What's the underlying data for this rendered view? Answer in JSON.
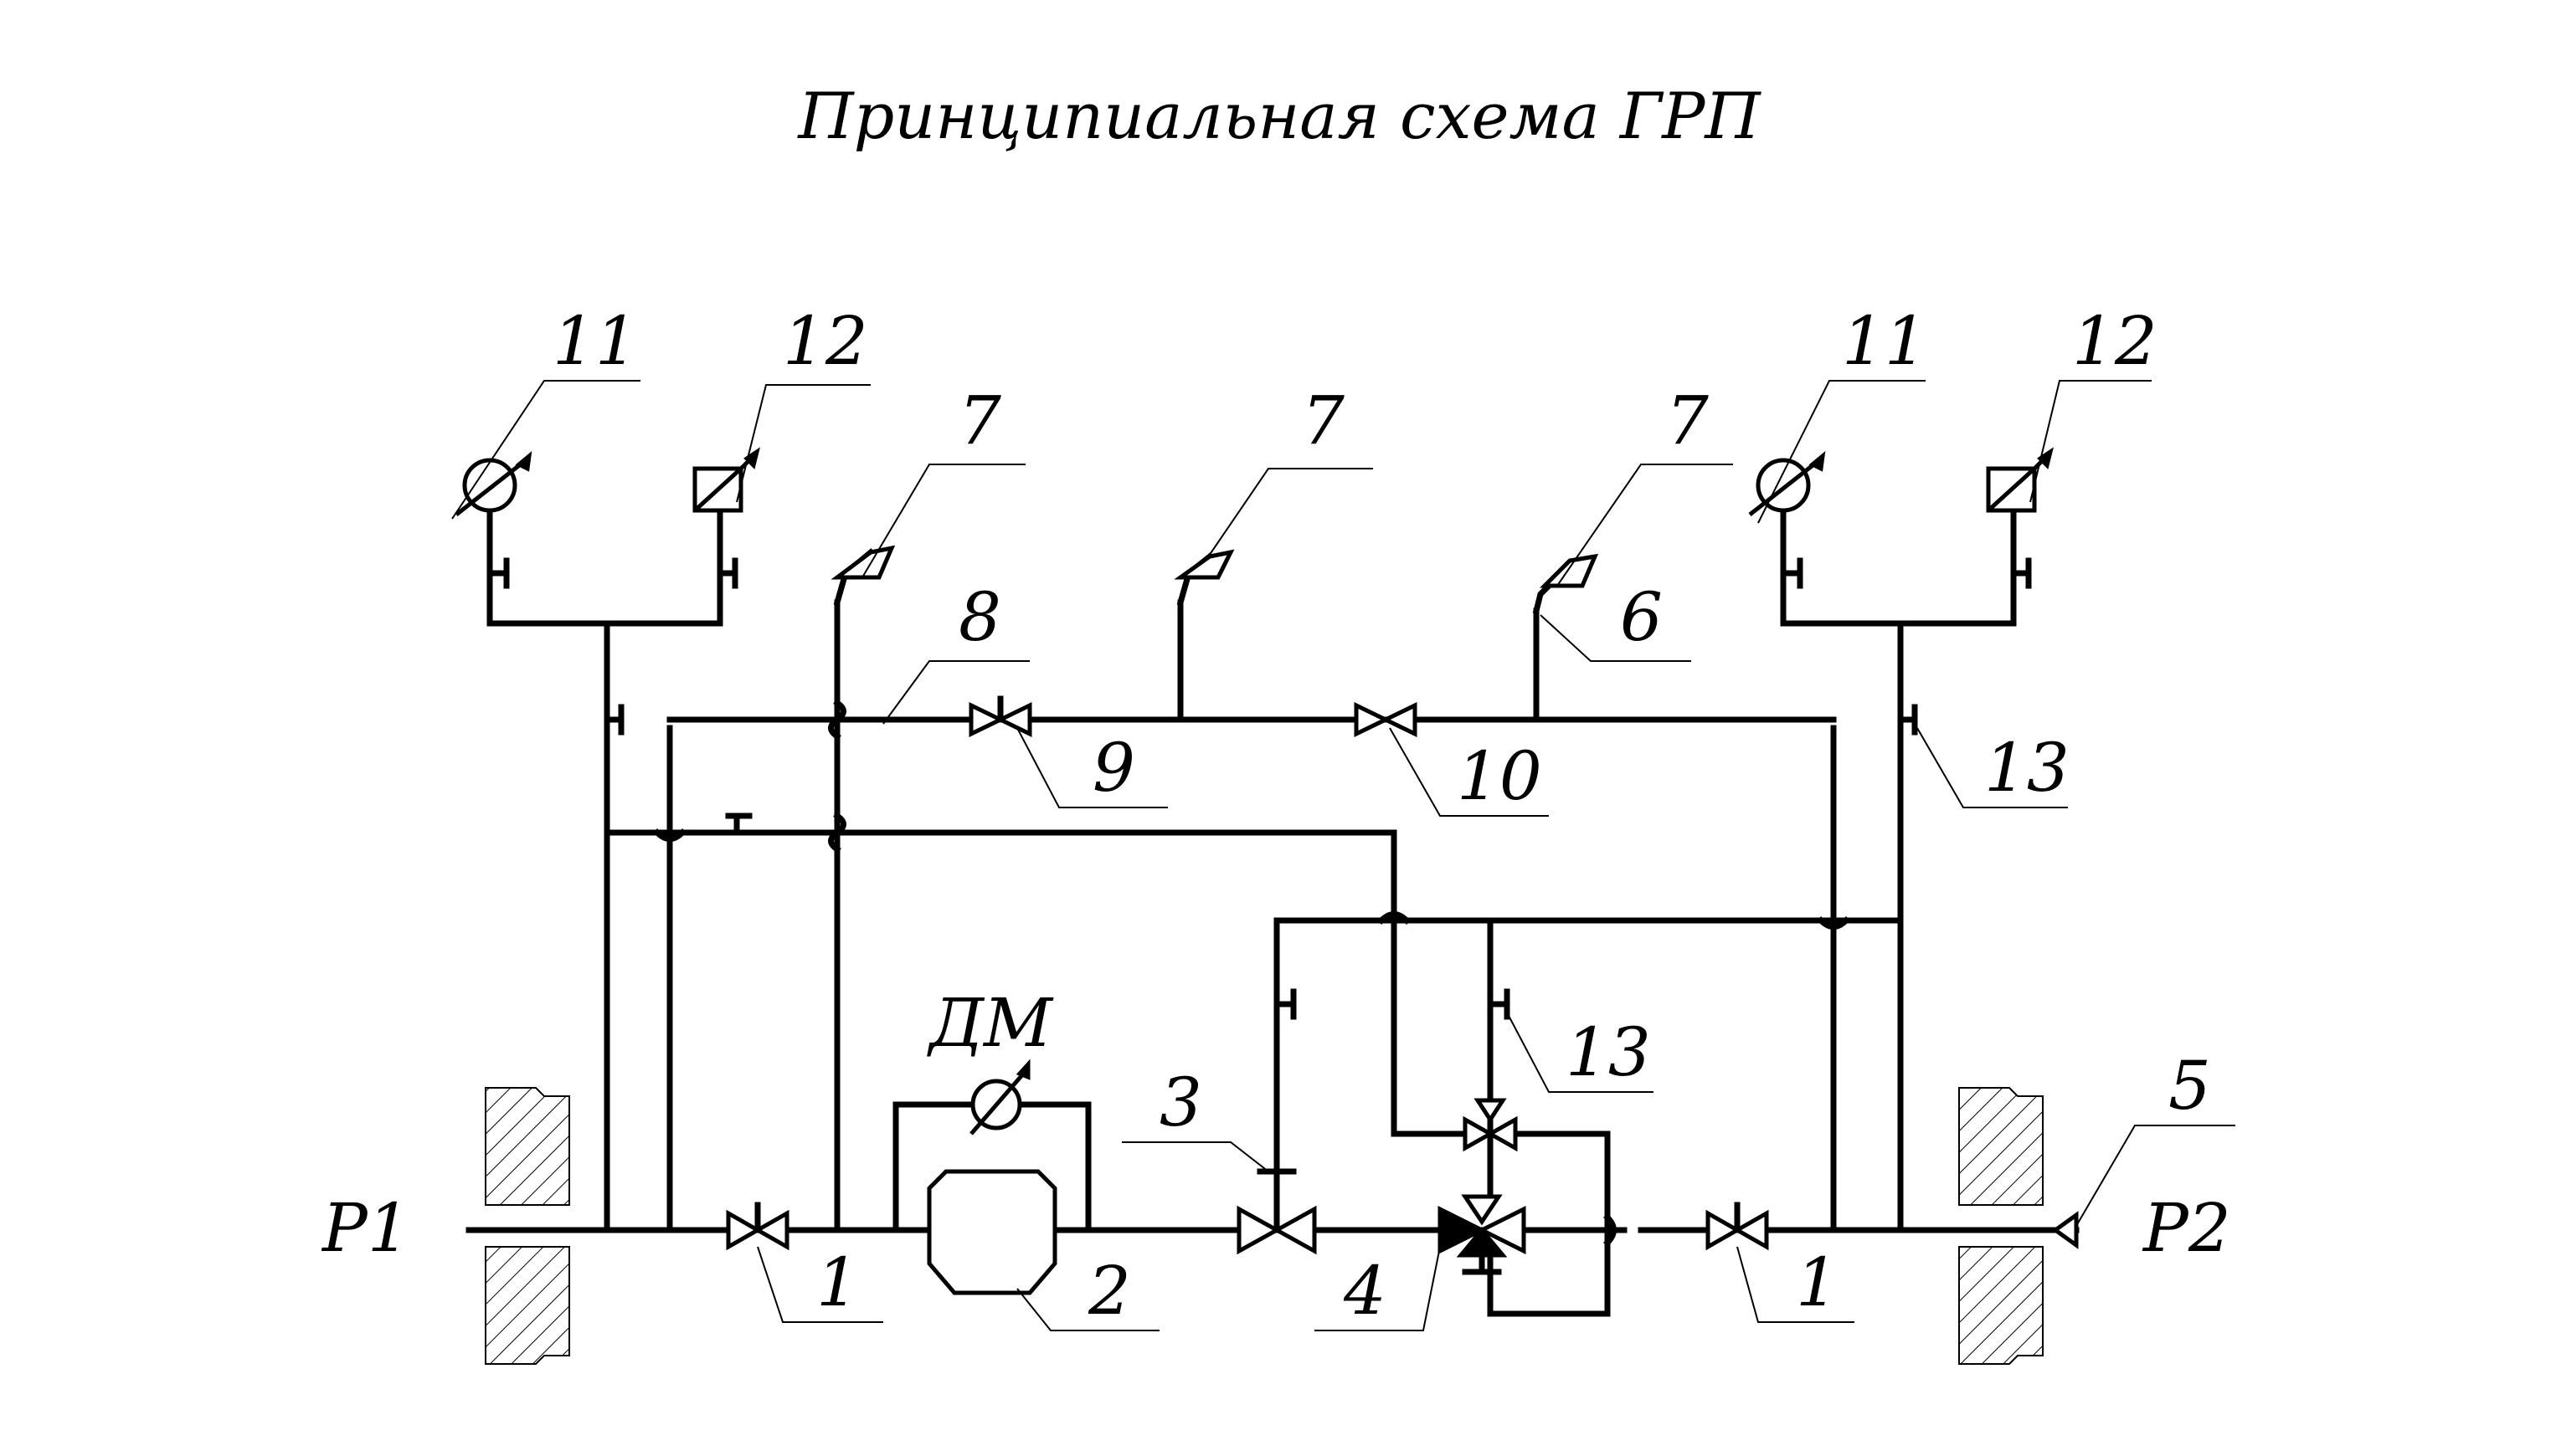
{
  "title": "Принципиальная схема ГРП",
  "inlet_label": "Р1",
  "outlet_label": "Р2",
  "dm_label": "ДМ",
  "callouts": {
    "c11_left": "11",
    "c12_left": "12",
    "c7_a": "7",
    "c7_b": "7",
    "c7_c": "7",
    "c8": "8",
    "c6": "6",
    "c11_right": "11",
    "c12_right": "12",
    "c9": "9",
    "c10": "10",
    "c13_top": "13",
    "c3": "3",
    "c13_mid": "13",
    "c5": "5",
    "c1_left": "1",
    "c2": "2",
    "c4": "4",
    "c1_right": "1"
  }
}
